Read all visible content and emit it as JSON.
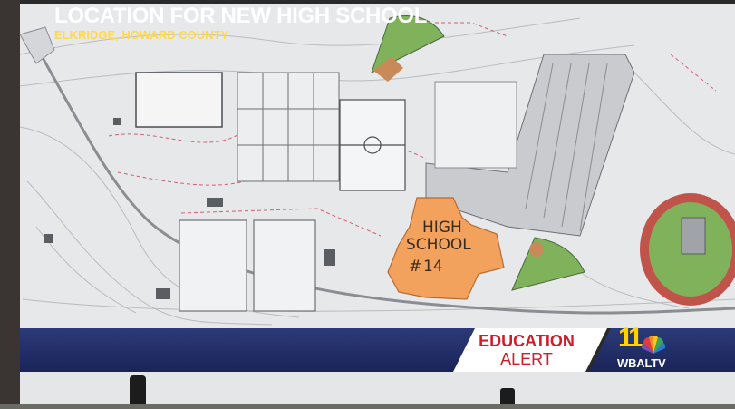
{
  "plan": {
    "building_label_lines": [
      "HIGH",
      "SCHOOL",
      "#",
      "14"
    ]
  },
  "lower_third": {
    "headline": "LOCATION FOR NEW HIGH SCHOOL",
    "subheadline": "ELKRIDGE, HOWARD COUNTY",
    "alert_line_1": "EDUCATION",
    "alert_line_2": "ALERT",
    "station_logo_number": "11",
    "station_logo_text": "WBALTV"
  },
  "colors": {
    "banner_navy": "#1f2a63",
    "alert_red": "#cc1f2a",
    "subhead_yellow": "#ffd94a",
    "building_orange": "#f3a25e",
    "field_green": "#7fb25a",
    "track_red": "#c0544a"
  },
  "icons": {
    "network_logo": "peacock-icon"
  }
}
